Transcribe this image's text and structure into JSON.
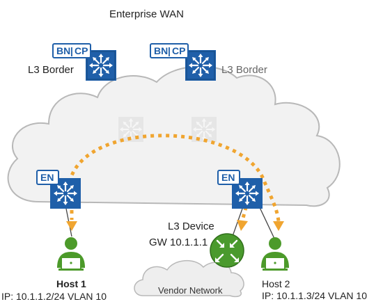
{
  "diagram": {
    "title": "Enterprise WAN",
    "border_left": {
      "label": "L3 Border",
      "badge_bn": "BN",
      "badge_sep": "|",
      "badge_cp": "CP"
    },
    "border_right": {
      "label": "L3 Border",
      "badge_bn": "BN",
      "badge_sep": "|",
      "badge_cp": "CP"
    },
    "edge_left": {
      "badge": "EN"
    },
    "edge_right": {
      "badge": "EN"
    },
    "l3_device": {
      "label": "L3 Device",
      "gateway": "GW 10.1.1.1"
    },
    "host1": {
      "name": "Host 1",
      "ip": "IP: 10.1.1.2/24 VLAN 10"
    },
    "host2": {
      "name": "Host 2",
      "ip": "IP: 10.1.1.3/24 VLAN 10"
    },
    "vendor_network": "Vendor Network",
    "colors": {
      "switch_blue": "#1f5fa9",
      "badge_border": "#1f5fa9",
      "flow_orange": "#f0a530",
      "host_green": "#4c9a2a",
      "router_green": "#4a9a2d",
      "cloud_fill": "#f2f2f2",
      "cloud_stroke": "#b8b8b8"
    }
  }
}
